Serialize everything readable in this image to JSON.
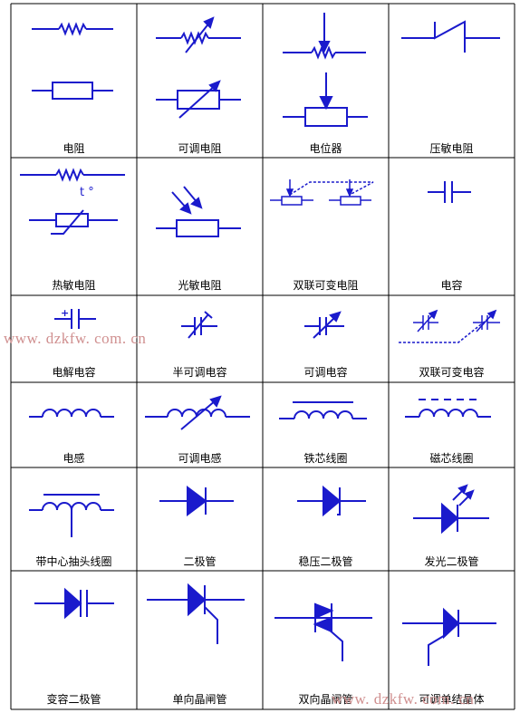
{
  "colors": {
    "symbol": "#1a1acc",
    "grid": "#000000",
    "label": "#000000",
    "watermark": "#d09090"
  },
  "watermark_text": "www. dzkfw. com. cn",
  "labels": [
    [
      "电阻",
      "可调电阻",
      "电位器",
      "压敏电阻"
    ],
    [
      "热敏电阻",
      "光敏电阻",
      "双联可变电阻",
      "电容"
    ],
    [
      "电解电容",
      "半可调电容",
      "可调电容",
      "双联可变电容"
    ],
    [
      "电感",
      "可调电感",
      "铁芯线圈",
      "磁芯线圈"
    ],
    [
      "带中心抽头线圈",
      "二极管",
      "稳压二极管",
      "发光二极管"
    ],
    [
      "变容二极管",
      "单向晶闸管",
      "双向晶闸管",
      "可调单结晶体"
    ]
  ],
  "annotations": {
    "thermistor_t": "t °",
    "electrolytic_plus": "+"
  }
}
